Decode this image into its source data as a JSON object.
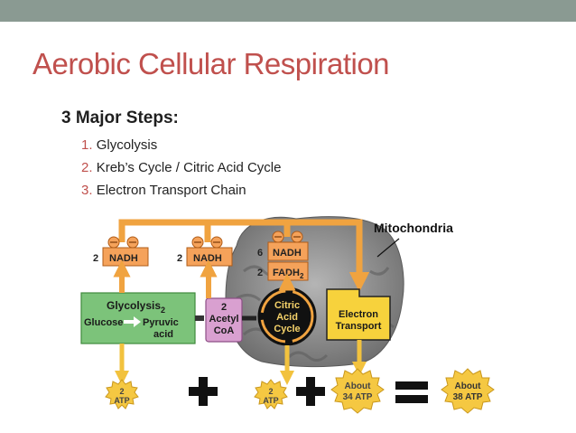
{
  "slide": {
    "title": "Aerobic Cellular Respiration",
    "subtitle": "3 Major Steps:",
    "steps": [
      {
        "num": "1.",
        "text": "Glycolysis"
      },
      {
        "num": "2.",
        "text": "Kreb’s Cycle / Citric Acid Cycle"
      },
      {
        "num": "3.",
        "text": "Electron Transport Chain"
      }
    ]
  },
  "diagram": {
    "mitochondria_label": "Mitochondria",
    "nadh_left": {
      "count": "2",
      "label": "NADH"
    },
    "nadh_mid": {
      "count": "2",
      "label": "NADH"
    },
    "nadh_krebs": {
      "count": "6",
      "label": "NADH"
    },
    "fadh2": {
      "count": "2",
      "label": "FADH",
      "sub": "2"
    },
    "glycolysis": {
      "label": "Glycolysis",
      "sub": "2",
      "glucose": "Glucose",
      "pyruvic_1": "Pyruvic",
      "pyruvic_2": "acid"
    },
    "acetyl_coa": {
      "count": "2",
      "line1": "Acetyl",
      "line2": "CoA"
    },
    "citric": {
      "line1": "Citric",
      "line2": "Acid",
      "line3": "Cycle"
    },
    "electron_transport": {
      "line1": "Electron",
      "line2": "Transport"
    },
    "atp_glycolysis": {
      "line1": "2",
      "line2": "ATP"
    },
    "atp_krebs": {
      "line1": "2",
      "line2": "ATP"
    },
    "atp_etc": {
      "line1": "About",
      "line2": "34 ATP"
    },
    "atp_total": {
      "line1": "About",
      "line2": "38 ATP"
    },
    "colors": {
      "accent_title": "#c0504d",
      "arrow_orange": "#f0a340",
      "nadh_box": "#f5a25a",
      "glycolysis_green": "#7cc37a",
      "acetyl_pink": "#d9a0d0",
      "etc_yellow": "#f7d23c",
      "atp_gold": "#f5c842",
      "mitochondria_gray": "#8c8c8c"
    }
  }
}
